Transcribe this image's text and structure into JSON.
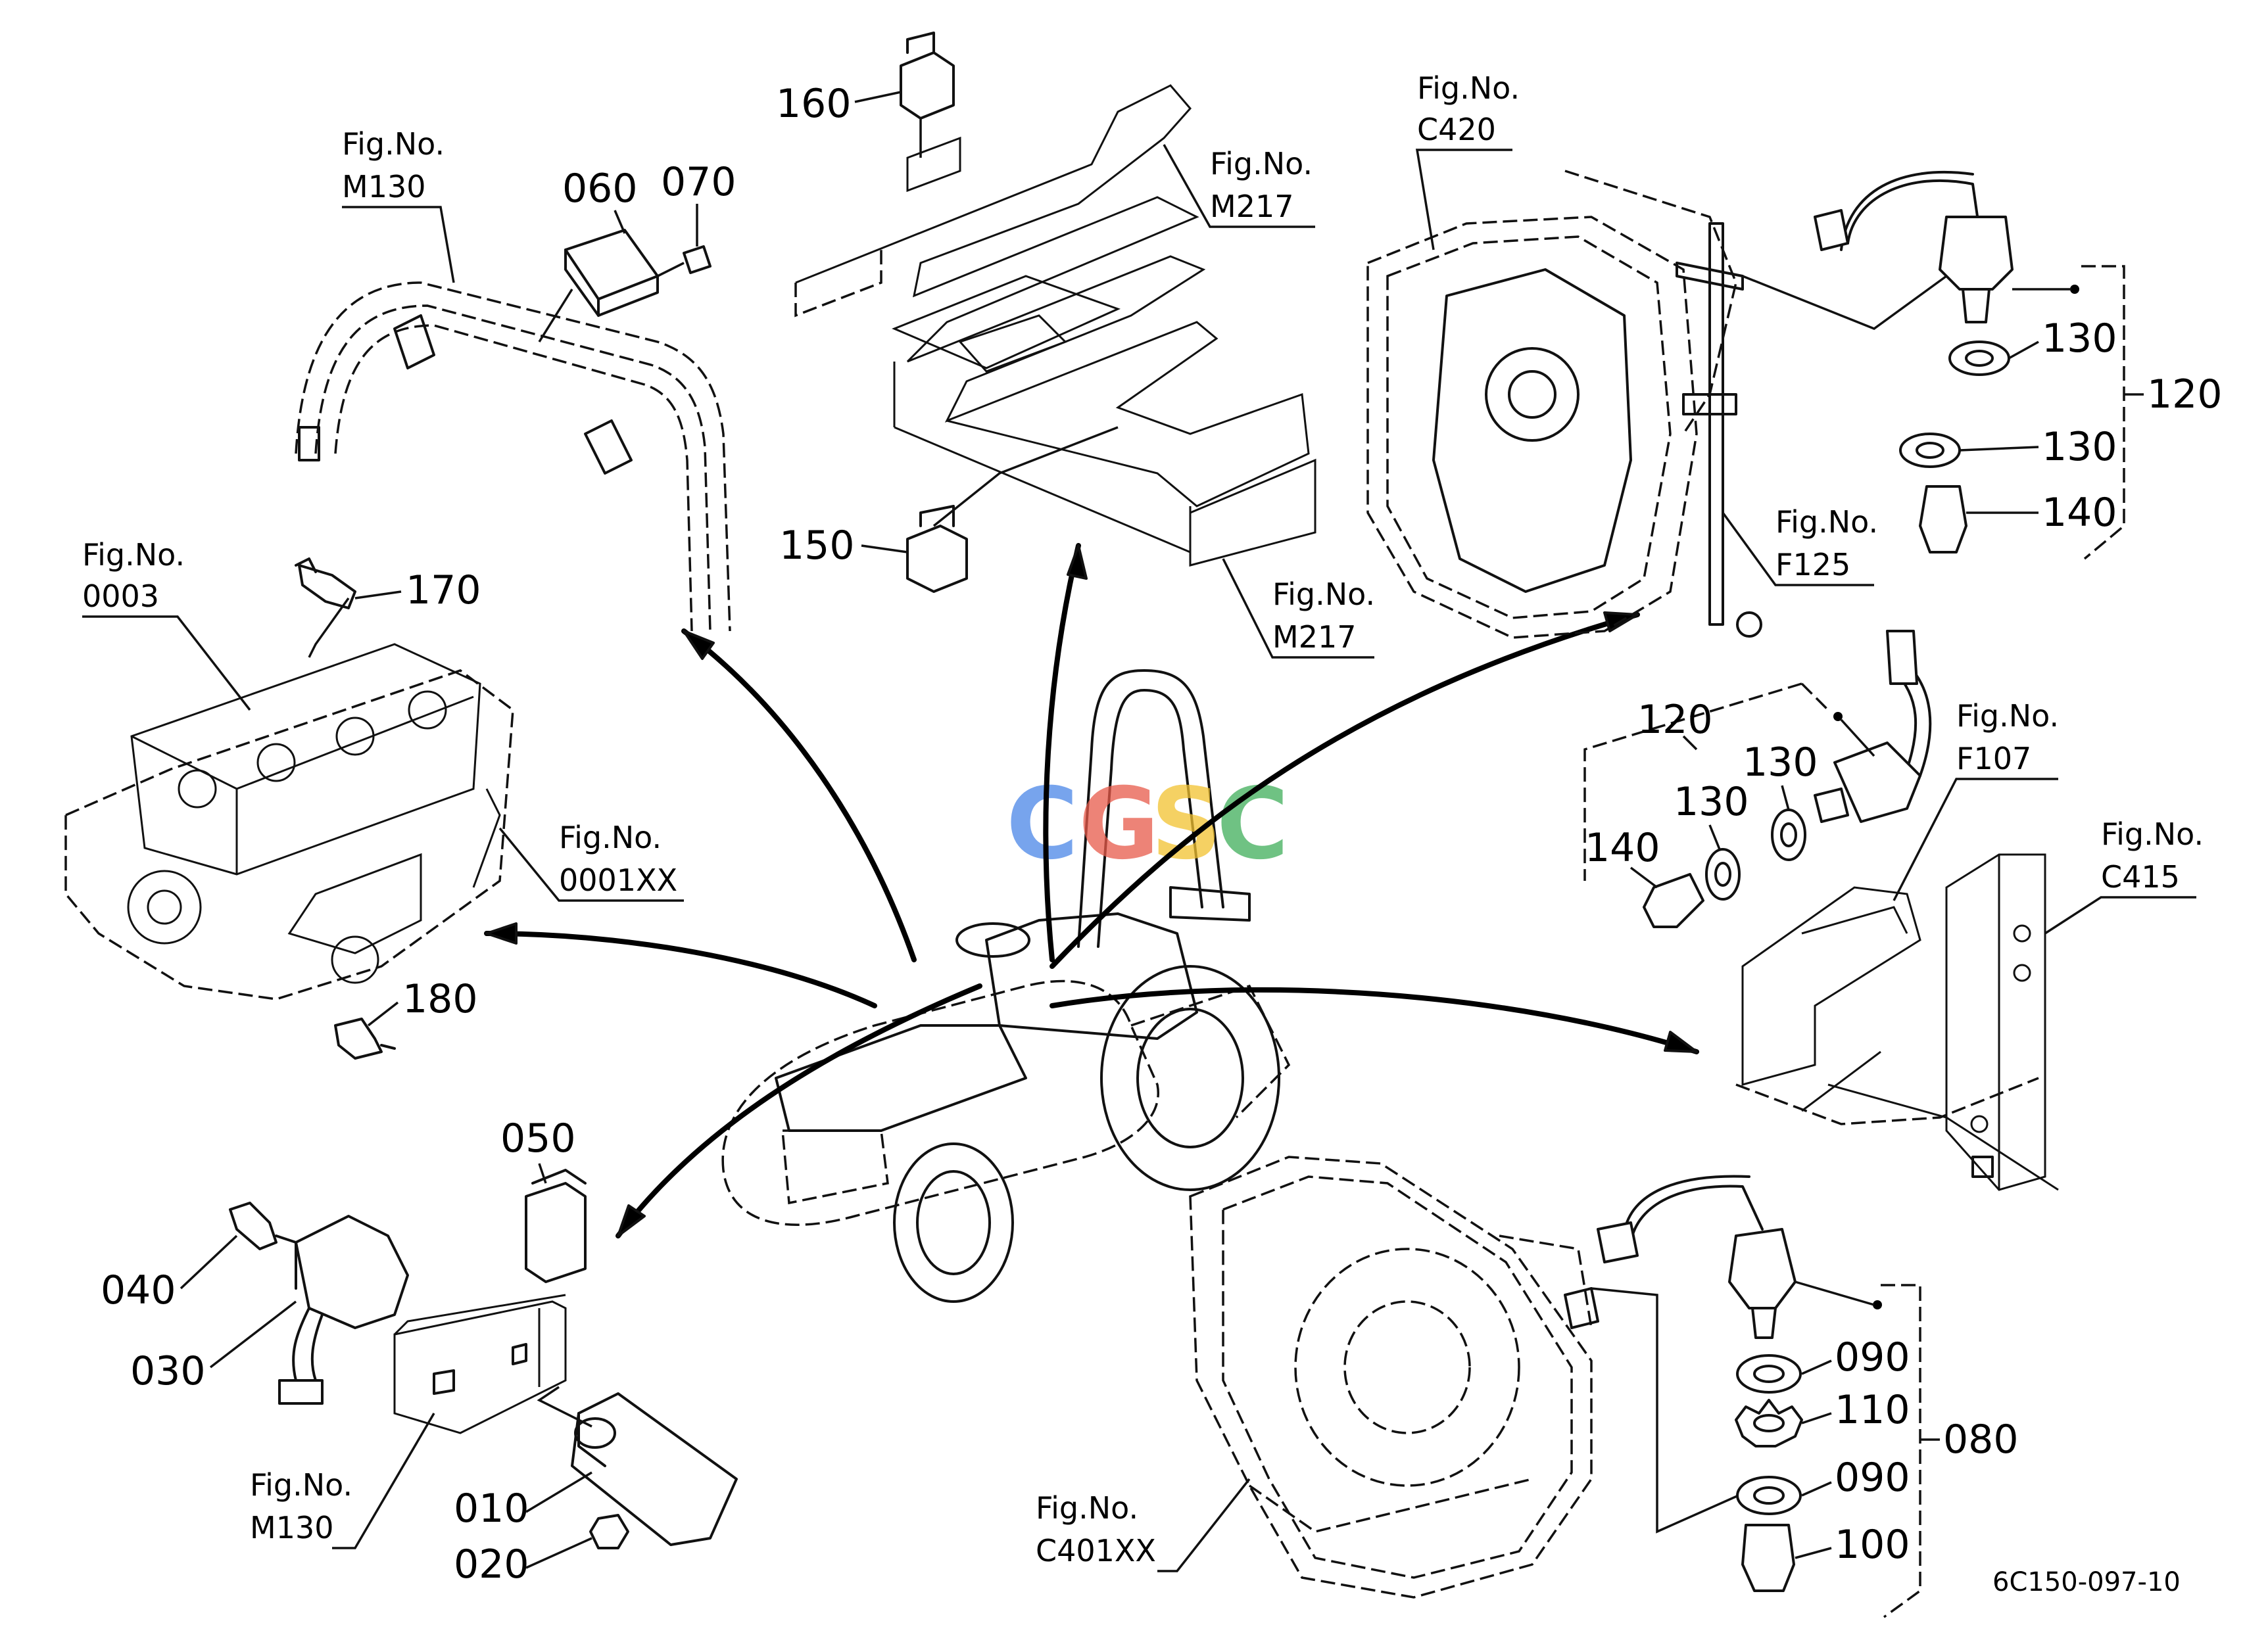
{
  "part_numbers": {
    "p010": "010",
    "p020": "020",
    "p030": "030",
    "p040": "040",
    "p050": "050",
    "p060": "060",
    "p070": "070",
    "p080": "080",
    "p090a": "090",
    "p090b": "090",
    "p100": "100",
    "p110": "110",
    "p120a": "120",
    "p120b": "120",
    "p130a": "130",
    "p130b": "130",
    "p130c": "130",
    "p130d": "130",
    "p140a": "140",
    "p140b": "140",
    "p150": "150",
    "p160": "160",
    "p170": "170",
    "p180": "180"
  },
  "fig_refs": {
    "m130_top": {
      "line1": "Fig.No.",
      "line2": "M130"
    },
    "m217_top": {
      "line1": "Fig.No.",
      "line2": "M217"
    },
    "m217_bottom": {
      "line1": "Fig.No.",
      "line2": "M217"
    },
    "c420": {
      "line1": "Fig.No.",
      "line2": "C420"
    },
    "f125": {
      "line1": "Fig.No.",
      "line2": "F125"
    },
    "f107": {
      "line1": "Fig.No.",
      "line2": "F107"
    },
    "c415": {
      "line1": "Fig.No.",
      "line2": "C415"
    },
    "f0003": {
      "line1": "Fig.No.",
      "line2": "0003"
    },
    "f0001xx": {
      "line1": "Fig.No.",
      "line2": "0001XX"
    },
    "m130_bottom": {
      "line1": "Fig.No.",
      "line2": "M130"
    },
    "c401xx": {
      "line1": "Fig.No.",
      "line2": "C401XX"
    }
  },
  "diagram_code": "6C150-097-10",
  "watermark": {
    "letters": [
      "C",
      "G",
      "S",
      "C"
    ],
    "colors": [
      "#4a86e8",
      "#e85a4a",
      "#f2c230",
      "#3fae5a"
    ]
  }
}
